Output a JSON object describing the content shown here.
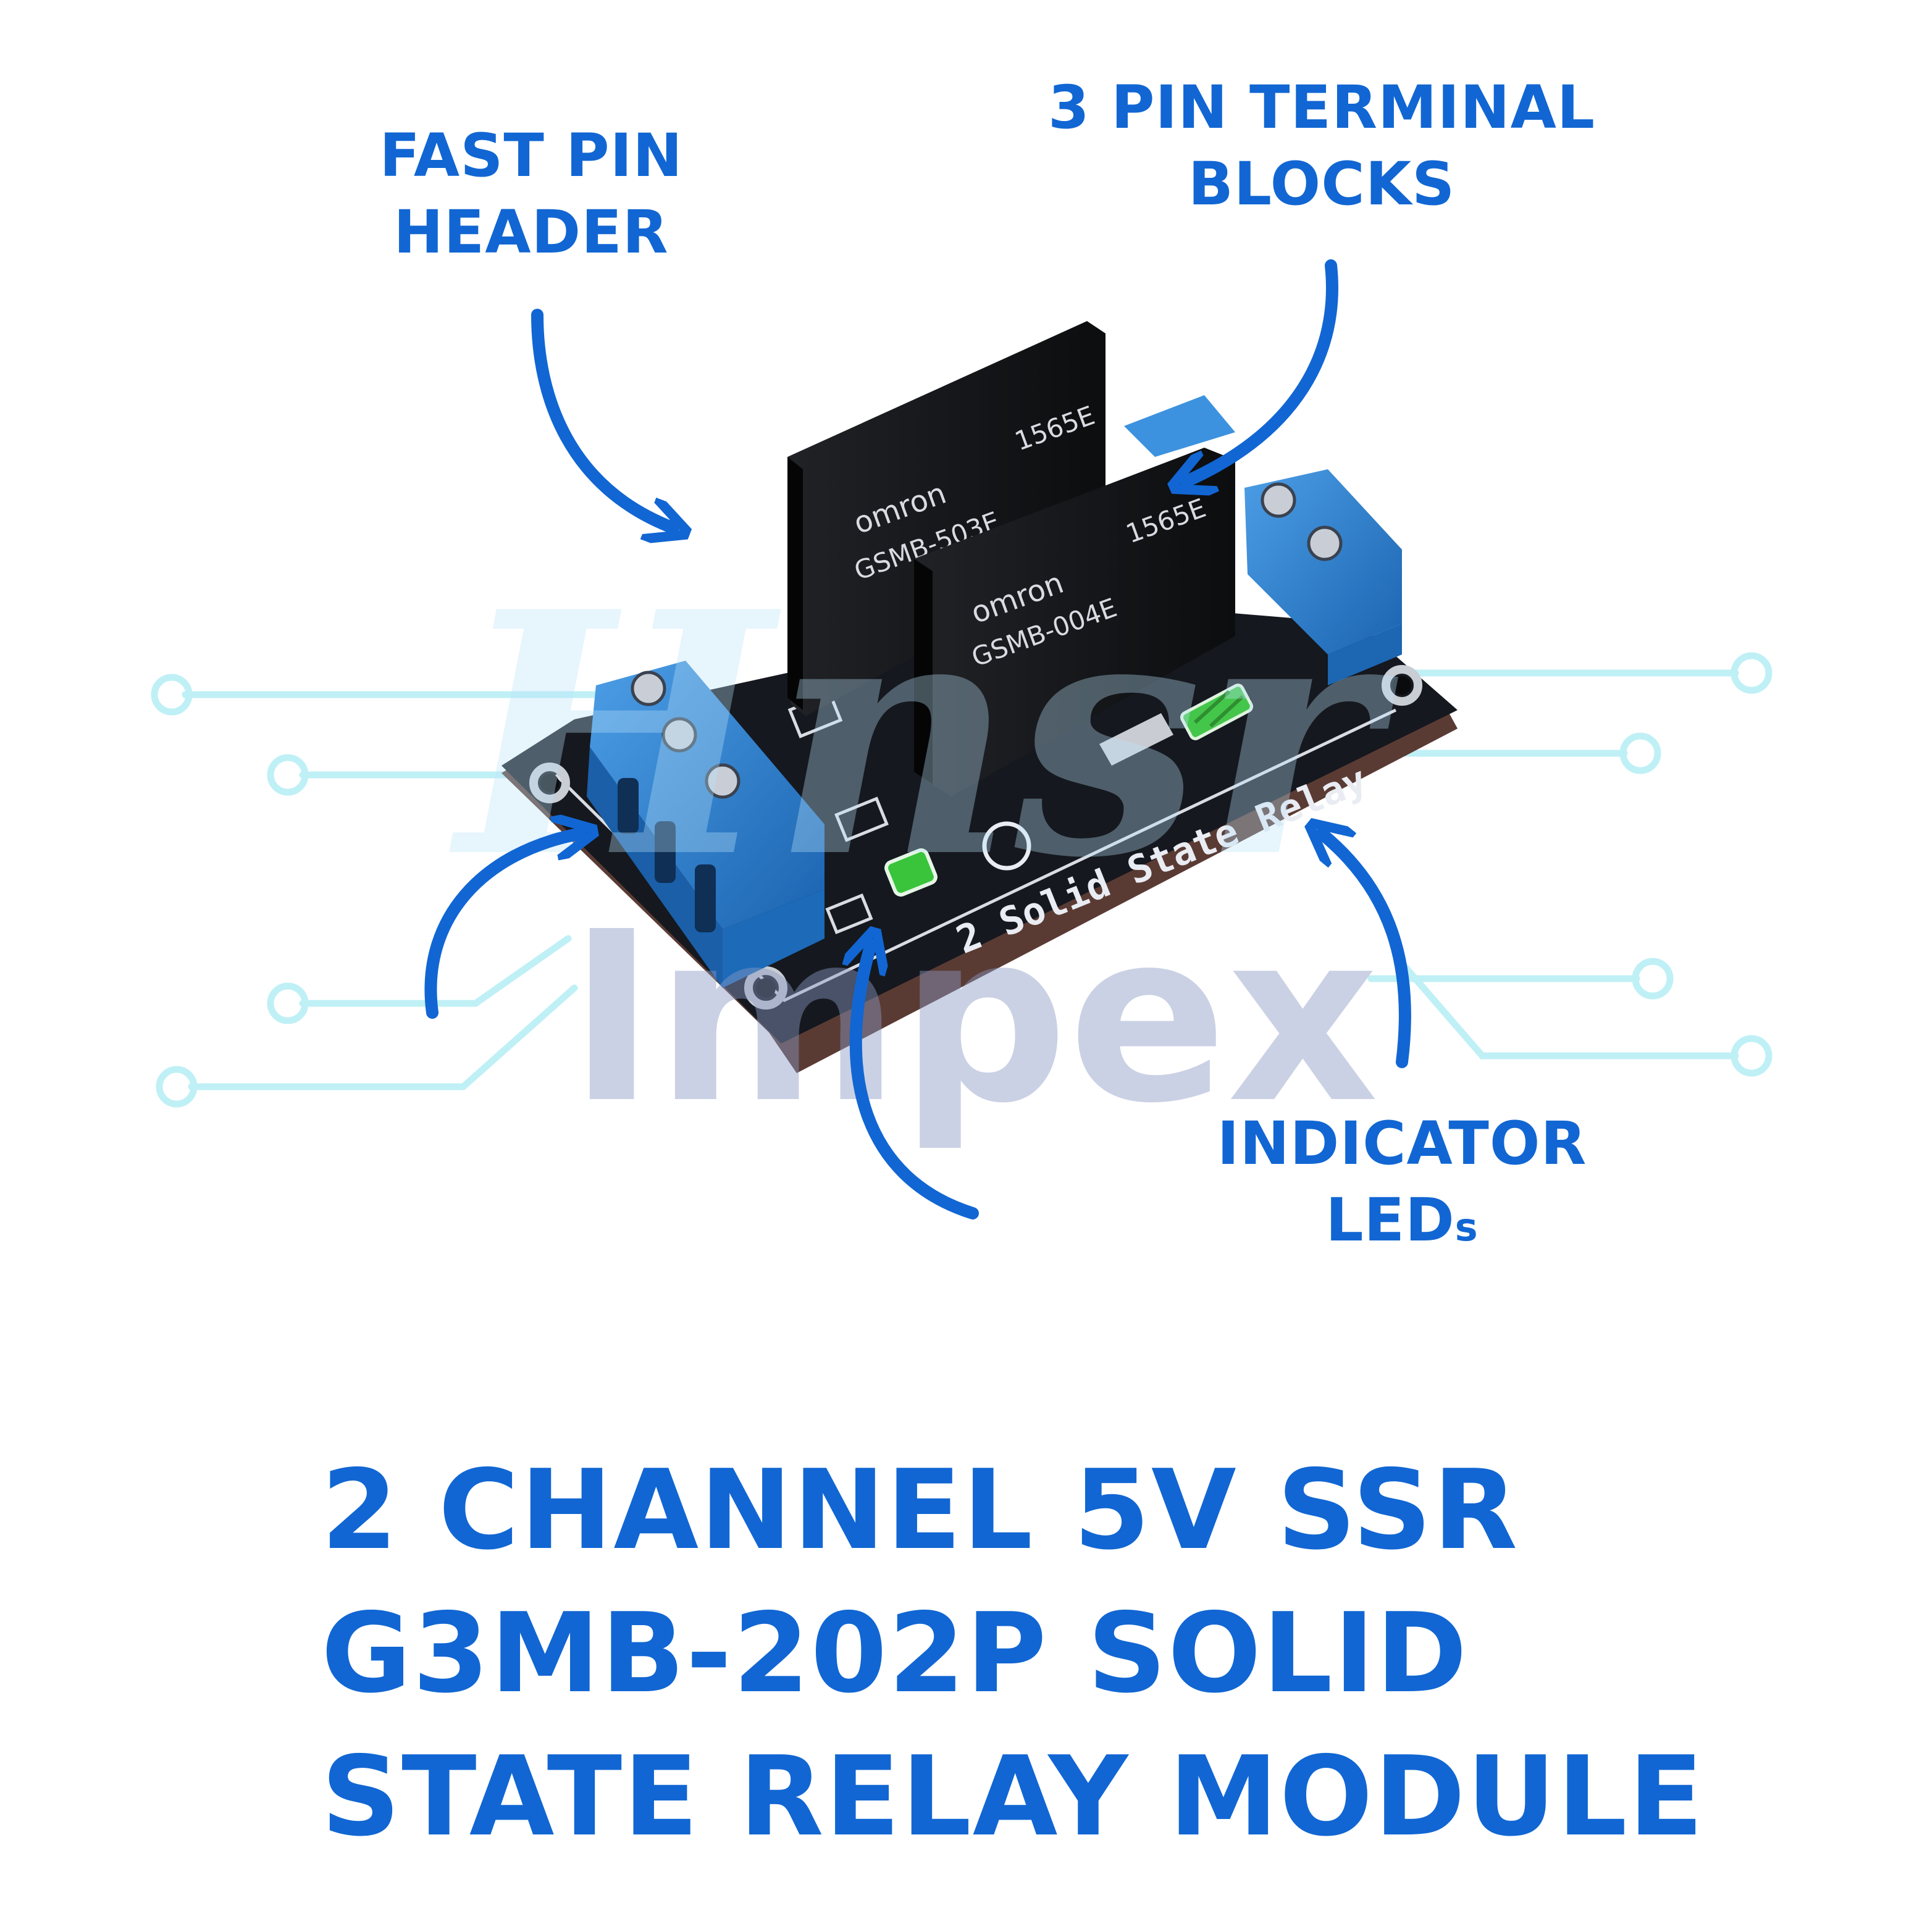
{
  "callouts": {
    "pin_header": [
      "FAST PIN",
      "HEADER"
    ],
    "terminal_blocks": [
      "3 PIN TERMINAL",
      "BLOCKS"
    ],
    "indicator_leds": {
      "line1": "INDICATOR",
      "line2_main": "LED",
      "line2_suffix": "s"
    }
  },
  "product_title": [
    "2 CHANNEL 5V SSR",
    "G3MB-202P SOLID",
    "STATE RELAY MODULE"
  ],
  "board": {
    "silkscreen": "2 Solid State Relay",
    "relays": [
      {
        "brand": "omron",
        "model": "GSMB-503E",
        "code": "1565E"
      },
      {
        "brand": "omron",
        "model": "GSMB-004E",
        "code": "1565E"
      }
    ]
  },
  "watermark": {
    "line1": "Hnsr",
    "line2": "Impex"
  },
  "colors": {
    "accent": "#1166d3",
    "pcb": "#15181e",
    "terminal": "#2a7fd0",
    "relay_case": "#121315",
    "circuit_lines": "#bff0f6",
    "led": "#39c43c",
    "watermark": "#8a98c4"
  }
}
